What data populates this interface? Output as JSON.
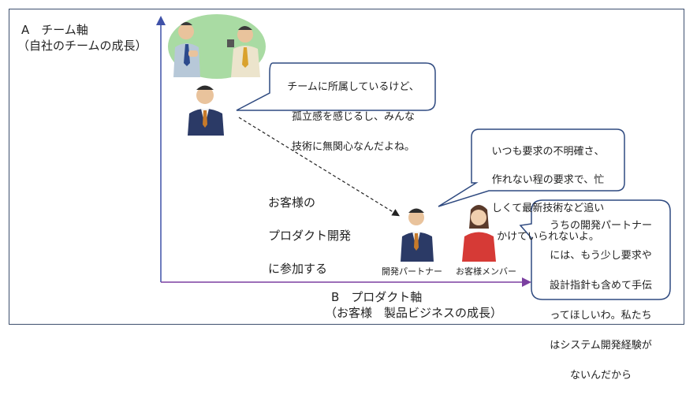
{
  "axis_a": {
    "title": "A　チーム軸",
    "subtitle": "（自社のチームの成長）"
  },
  "axis_b": {
    "title": "B　プロダクト軸",
    "subtitle": "（お客様　製品ビジネスの成長）"
  },
  "transition_label": [
    "お客様の",
    "プロダクト開発",
    "に参加する"
  ],
  "bubbles": {
    "team": [
      "チームに所属しているけど、",
      "孤立感を感じるし、みんな",
      "技術に無関心なんだよね。"
    ],
    "partner": [
      "いつも要求の不明確さ、",
      "作れない程の要求で、忙",
      "しくて最新技術など追い",
      "かけていられないよ。"
    ],
    "customer": [
      "うちの開発パートナー",
      "には、もう少し要求や",
      "設計指針も含めて手伝",
      "ってほしいわ。私たち",
      "はシステム開発経験が",
      "ないんだから"
    ]
  },
  "roles": {
    "partner": "開発パートナー",
    "customer": "お客様メンバー"
  },
  "colors": {
    "axis_vertical": "#3f51a8",
    "axis_horizontal": "#7b3fa0",
    "bubble_border": "#2f4a80",
    "green_circle": "#a9dba3"
  }
}
